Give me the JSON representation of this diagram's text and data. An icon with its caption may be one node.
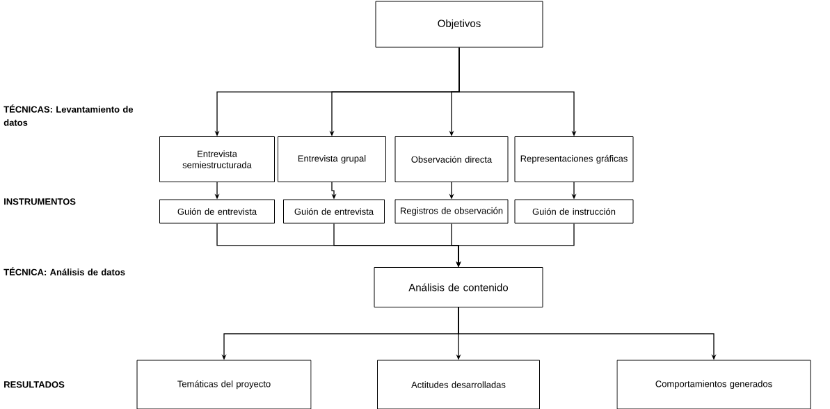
{
  "diagram": {
    "nodes": [
      {
        "text": [
          "Objetivos"
        ]
      },
      {
        "text": [
          "Entrevista semiestructurada"
        ]
      },
      {
        "text": [
          "Entrevista grupal"
        ]
      },
      {
        "text": [
          "Observación directa"
        ]
      },
      {
        "text": [
          "Representaciones gráficas"
        ]
      },
      {
        "text": [
          "Guión de entrevista"
        ]
      },
      {
        "text": [
          "Guión de entrevista"
        ]
      },
      {
        "text": [
          "Registros de observación"
        ]
      },
      {
        "text": [
          "Guión de instrucción"
        ]
      },
      {
        "text": [
          "Análisis de contenido"
        ]
      },
      {
        "text": [
          "Temáticas del proyecto"
        ]
      },
      {
        "text": [
          "Actitudes desarrolladas"
        ]
      },
      {
        "text": [
          "Comportamientos generados"
        ]
      }
    ],
    "edges": [
      {
        "from": 0,
        "to": 1,
        "arrow": "to"
      },
      {
        "from": 0,
        "to": 2,
        "arrow": "to"
      },
      {
        "from": 0,
        "to": 3,
        "arrow": "to"
      },
      {
        "from": 0,
        "to": 4,
        "arrow": "to"
      },
      {
        "from": 1,
        "to": 5,
        "arrow": "to"
      },
      {
        "from": 2,
        "to": 6,
        "arrow": "to"
      },
      {
        "from": 3,
        "to": 7,
        "arrow": "to"
      },
      {
        "from": 4,
        "to": 8,
        "arrow": "to"
      },
      {
        "from": 5,
        "to": 9,
        "arrow": "to"
      },
      {
        "from": 6,
        "to": 9,
        "arrow": "to"
      },
      {
        "from": 7,
        "to": 9,
        "arrow": "to"
      },
      {
        "from": 8,
        "to": 9,
        "arrow": "to"
      },
      {
        "from": 9,
        "to": 10,
        "arrow": "to"
      },
      {
        "from": 9,
        "to": 11,
        "arrow": "to"
      },
      {
        "from": 9,
        "to": 12,
        "arrow": "to"
      }
    ],
    "labels": [
      "TÉCNICAS: Levantamiento de datos",
      "INSTRUMENTOS",
      "TÉCNICA: Análisis de datos",
      "RESULTADOS"
    ]
  }
}
